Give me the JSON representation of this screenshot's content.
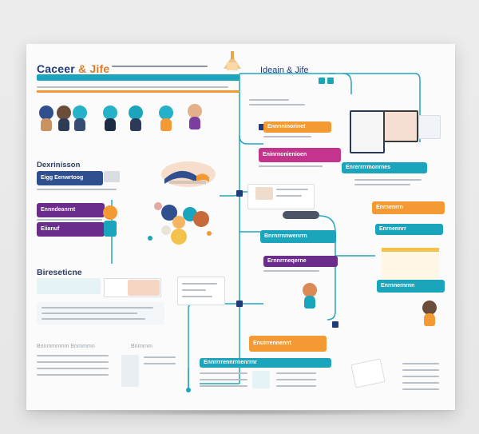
{
  "diagram": {
    "title_main": "Caceer",
    "title_amp": "&",
    "title_end": "Jife",
    "subtitle": "Ideain & Jife",
    "section_1": "Dexrinisson",
    "section_2": "Bireseticne",
    "pill_labels": {
      "left_dark": "Eigg Eenwrtoog",
      "left_purple_1": "Ennndeanrnt",
      "left_purple_2": "Eiianuf",
      "right_orange_1": "Ennnninorinet",
      "right_magenta_1": "Eninrnonienioen",
      "right_teal_1": "Enrerrrrmonrnes",
      "right_orange_2": "Enrnenrrn",
      "right_teal_2": "Bnrnrrnnwenrrn",
      "right_teal_3": "Enrnennrr",
      "right_purple": "Ernnrrneqerne",
      "right_teal_4": "Enrnnernrnn",
      "bottom_orange": "Enuirrennennt",
      "bottom_teal": "Ennrrrrennrrnenrrnr"
    },
    "footer_left_1": "Bnnmmrrmm Bnrnmmn",
    "footer_left_2": "Bnrnrnm",
    "colors": {
      "teal": "#1aa5bd",
      "orange": "#f39a34",
      "magenta": "#c4338c",
      "purple": "#6b2d8c",
      "navy": "#1f3b7a"
    }
  }
}
